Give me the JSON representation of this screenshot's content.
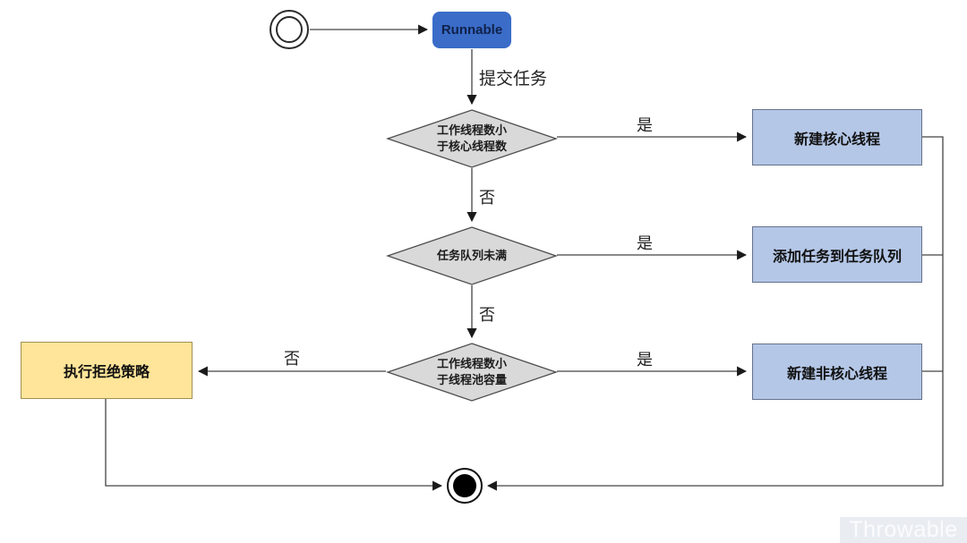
{
  "diagram": {
    "runnable": {
      "label": "Runnable"
    },
    "labels": {
      "submit": "提交任务",
      "yes1": "是",
      "yes2": "是",
      "yes3": "是",
      "no1": "否",
      "no2": "否",
      "no3": "否"
    },
    "decisions": [
      {
        "line1": "工作线程数小",
        "line2": "于核心线程数"
      },
      {
        "line1": "任务队列未满",
        "line2": ""
      },
      {
        "line1": "工作线程数小",
        "line2": "于线程池容量"
      }
    ],
    "actions": [
      {
        "label": "新建核心线程"
      },
      {
        "label": "添加任务到任务队列"
      },
      {
        "label": "新建非核心线程"
      }
    ],
    "reject": {
      "label": "执行拒绝策略"
    },
    "watermark": {
      "label": "Throwable"
    },
    "colors": {
      "runnable_fill": "#3a6cc8",
      "runnable_text": "#10224a",
      "decision_fill": "#d9d9d9",
      "decision_stroke": "#4d4d4d",
      "action_fill": "#b4c7e7",
      "action_stroke": "#66718a",
      "reject_fill": "#ffe599",
      "reject_stroke": "#a38f4f",
      "connector_line": "#444444",
      "watermark_bg": "#e9edf2",
      "watermark_text": "#fafbfd"
    }
  }
}
